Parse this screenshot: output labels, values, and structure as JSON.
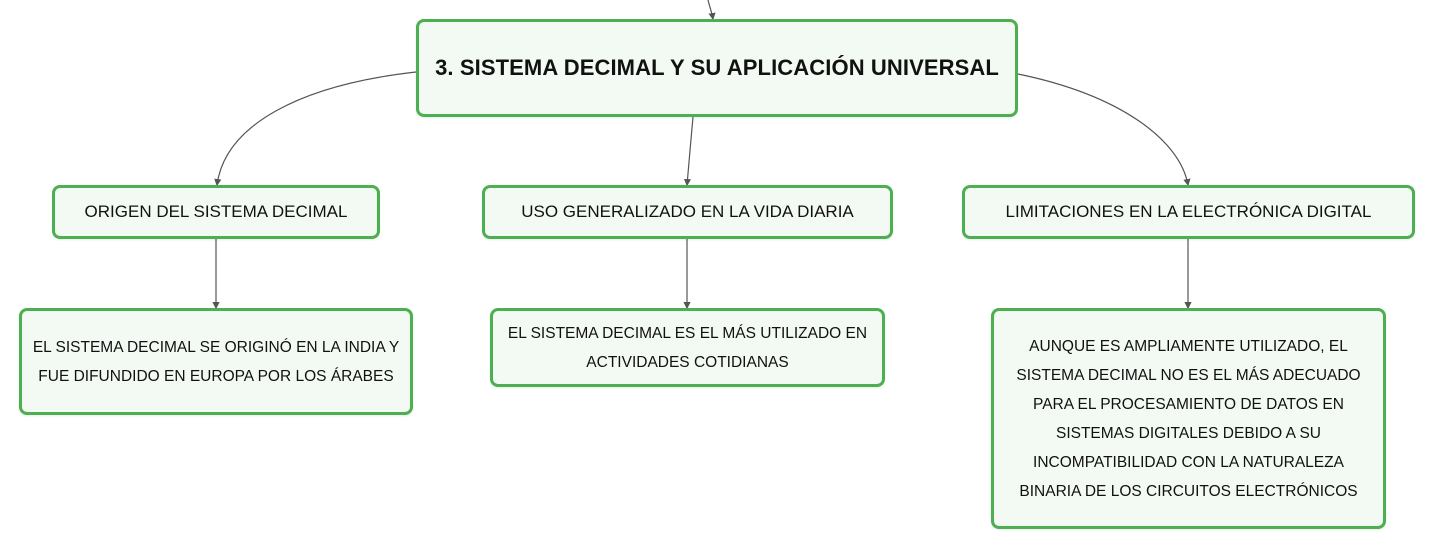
{
  "colors": {
    "node_border": "#4caf50",
    "node_fill": "#f3faf3",
    "connector": "#555555",
    "text": "#111111"
  },
  "root": {
    "label": "3. SISTEMA DECIMAL Y SU APLICACIÓN UNIVERSAL"
  },
  "branches": [
    {
      "label": "ORIGEN DEL SISTEMA DECIMAL",
      "detail": "EL SISTEMA DECIMAL SE ORIGINÓ EN LA INDIA Y FUE DIFUNDIDO EN EUROPA POR LOS ÁRABES"
    },
    {
      "label": "USO GENERALIZADO EN LA VIDA DIARIA",
      "detail": "EL SISTEMA DECIMAL ES EL MÁS UTILIZADO EN ACTIVIDADES COTIDIANAS"
    },
    {
      "label": "LIMITACIONES EN LA ELECTRÓNICA DIGITAL",
      "detail": "AUNQUE ES AMPLIAMENTE UTILIZADO, EL SISTEMA DECIMAL NO ES EL MÁS ADECUADO PARA EL PROCESAMIENTO DE DATOS EN SISTEMAS DIGITALES DEBIDO A SU INCOMPATIBILIDAD CON LA NATURALEZA BINARIA DE LOS CIRCUITOS ELECTRÓNICOS"
    }
  ]
}
